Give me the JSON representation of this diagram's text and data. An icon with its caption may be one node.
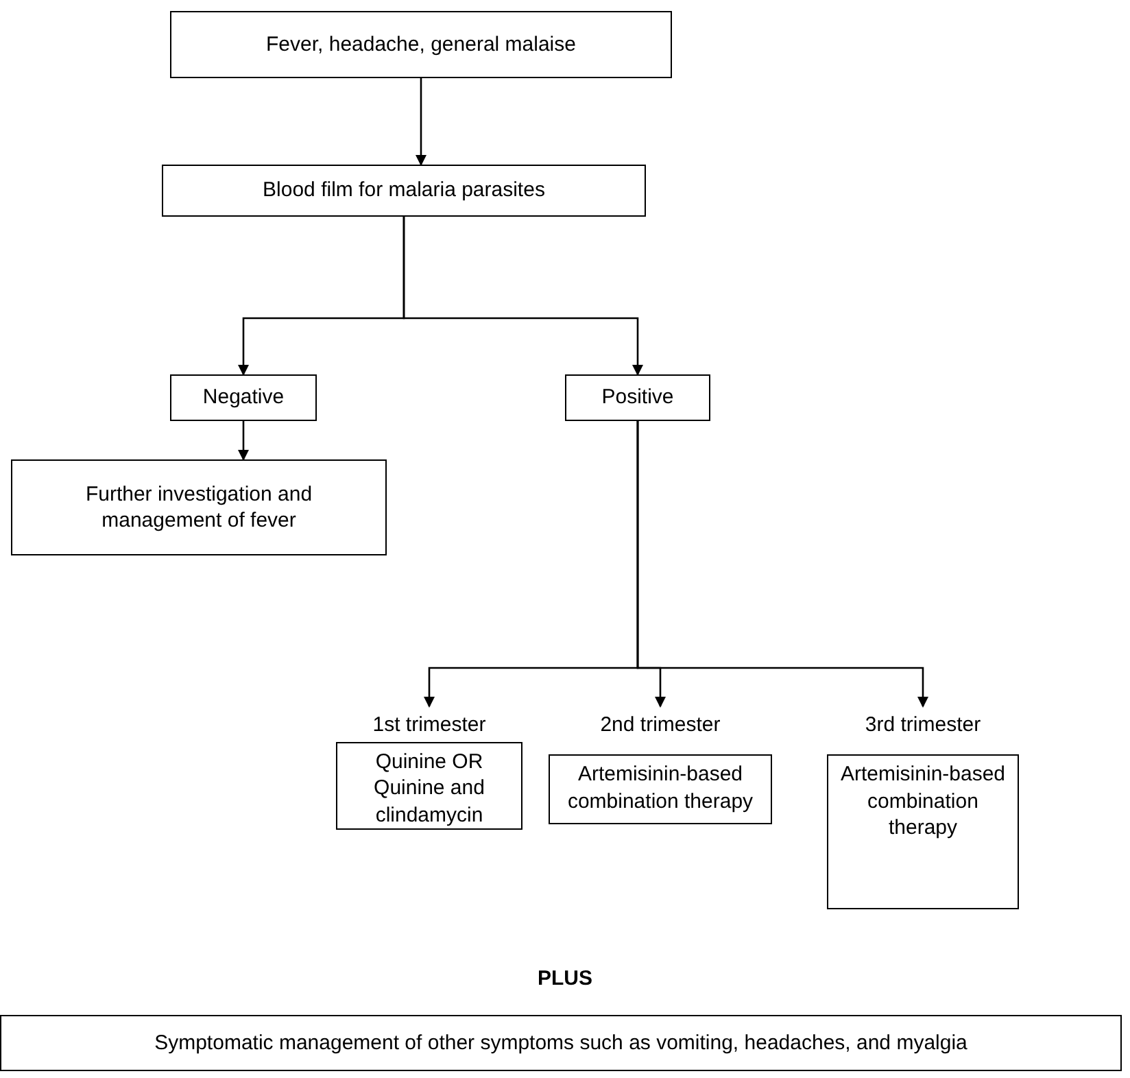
{
  "diagram": {
    "nodes": [
      {
        "text": [
          "Fever, headache, general malaise"
        ]
      },
      {
        "text": [
          "Blood film for malaria parasites"
        ]
      },
      {
        "text": [
          "Negative"
        ]
      },
      {
        "text": [
          "Positive"
        ]
      },
      {
        "text": [
          "Further investigation and management of fever"
        ]
      },
      {
        "text": [
          "1st trimester",
          "Quinine OR Quinine and clindamycin"
        ]
      },
      {
        "text": [
          "2nd trimester",
          "Artemisinin-based combination therapy"
        ]
      },
      {
        "text": [
          "3rd trimester",
          "Artemisinin-based combination therapy"
        ]
      },
      {
        "text": [
          "Symptomatic management of other symptoms such as vomiting, headaches, and myalgia"
        ]
      }
    ],
    "edges": [
      {
        "from": 0,
        "to": 1,
        "arrow": "to"
      },
      {
        "from": 1,
        "to": 2,
        "arrow": "to"
      },
      {
        "from": 1,
        "to": 3,
        "arrow": "to"
      },
      {
        "from": 2,
        "to": 4,
        "arrow": "to"
      },
      {
        "from": 3,
        "to": 5,
        "arrow": "to"
      },
      {
        "from": 3,
        "to": 6,
        "arrow": "to"
      },
      {
        "from": 3,
        "to": 7,
        "arrow": "to"
      }
    ],
    "labels": [
      "PLUS"
    ]
  }
}
